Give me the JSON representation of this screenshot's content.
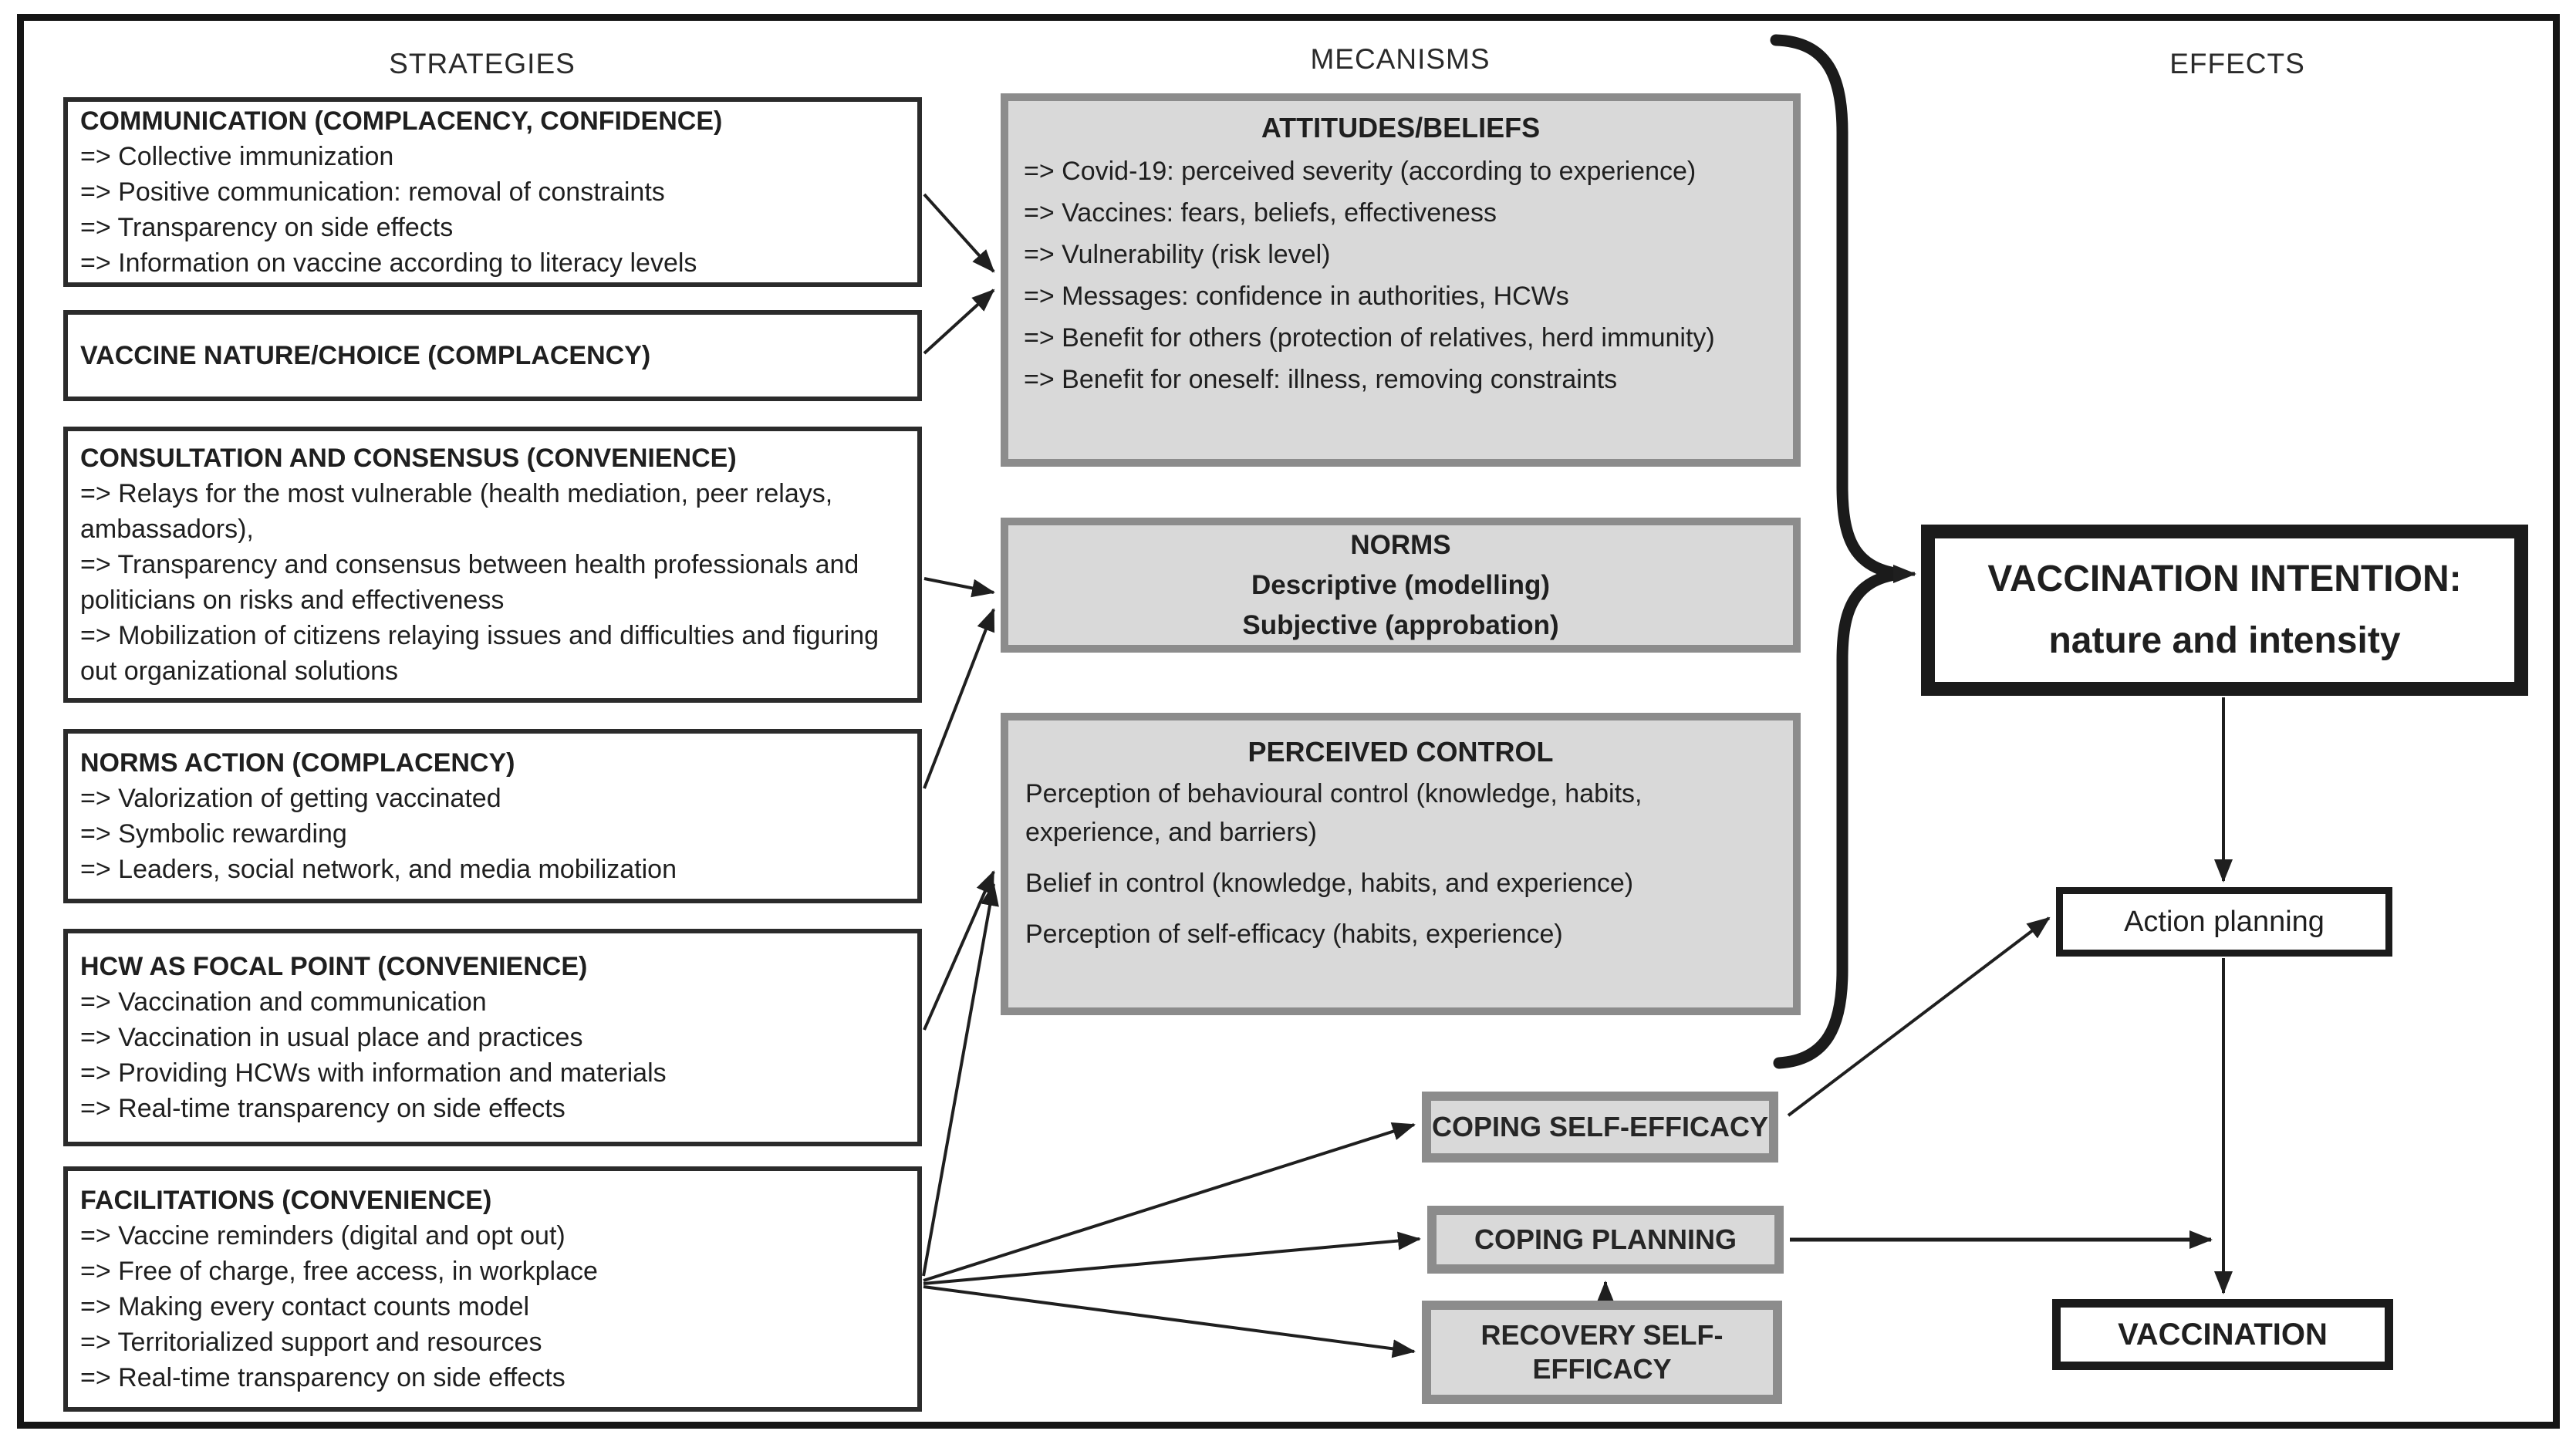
{
  "headers": {
    "strategies": "STRATEGIES",
    "mechanisms": "MECANISMS",
    "effects": "EFFECTS"
  },
  "strategies": {
    "boxes": [
      {
        "title": "COMMUNICATION (COMPLACENCY, CONFIDENCE)",
        "items": [
          "=> Collective immunization",
          "=> Positive communication: removal of constraints",
          "=> Transparency on side effects",
          "=> Information on vaccine according to literacy levels"
        ]
      },
      {
        "title": "VACCINE NATURE/CHOICE (COMPLACENCY)",
        "items": []
      },
      {
        "title": "CONSULTATION AND CONSENSUS (CONVENIENCE)",
        "items": [
          "=> Relays for the most vulnerable (health mediation, peer relays, ambassadors),",
          "=> Transparency and consensus between health professionals and politicians on risks and effectiveness",
          "=> Mobilization of citizens relaying issues and difficulties and figuring out organizational solutions"
        ]
      },
      {
        "title": "NORMS ACTION (COMPLACENCY)",
        "items": [
          "=> Valorization of getting vaccinated",
          "=> Symbolic rewarding",
          "=> Leaders, social network, and media mobilization"
        ]
      },
      {
        "title": "HCW AS FOCAL POINT (CONVENIENCE)",
        "items": [
          "=> Vaccination and communication",
          "=> Vaccination in usual place and practices",
          "=> Providing HCWs with information and materials",
          "=> Real-time transparency on side effects"
        ]
      },
      {
        "title": "FACILITATIONS (CONVENIENCE)",
        "items": [
          "=> Vaccine reminders (digital and opt out)",
          "=> Free of charge, free access, in workplace",
          "=> Making every contact counts model",
          "=> Territorialized support and resources",
          "=> Real-time transparency on side effects"
        ]
      }
    ]
  },
  "mechanisms": {
    "attitudes": {
      "title": "ATTITUDES/BELIEFS",
      "items": [
        "=> Covid-19: perceived severity (according to experience)",
        "=> Vaccines: fears, beliefs, effectiveness",
        "=> Vulnerability (risk level)",
        "=> Messages: confidence in authorities, HCWs",
        "=> Benefit for others (protection of relatives, herd immunity)",
        "=> Benefit for oneself: illness, removing constraints"
      ]
    },
    "norms": {
      "title": "NORMS",
      "lines": [
        "Descriptive (modelling)",
        "Subjective (approbation)"
      ]
    },
    "perceived_control": {
      "title": "PERCEIVED CONTROL",
      "items": [
        "Perception of behavioural control (knowledge, habits, experience, and barriers)",
        "Belief in control (knowledge, habits, and  experience)",
        "Perception of self-efficacy (habits, experience)"
      ]
    },
    "coping_self_efficacy": {
      "label": "COPING SELF-EFFICACY"
    },
    "coping_planning": {
      "label": "COPING PLANNING"
    },
    "recovery_self_efficacy": {
      "label": "RECOVERY SELF-EFFICACY"
    }
  },
  "effects": {
    "vaccination_intention": {
      "line1": "VACCINATION INTENTION:",
      "line2": "nature and intensity"
    },
    "action_planning": {
      "label": "Action planning"
    },
    "vaccination": {
      "label": "VACCINATION"
    }
  },
  "edges": [
    {
      "from": "communication",
      "to": "attitudes-beliefs"
    },
    {
      "from": "vaccine-nature-choice",
      "to": "attitudes-beliefs"
    },
    {
      "from": "consultation-and-consensus",
      "to": "norms"
    },
    {
      "from": "norms-action",
      "to": "norms"
    },
    {
      "from": "hcw-as-focal-point",
      "to": "perceived-control"
    },
    {
      "from": "facilitations",
      "to": "perceived-control"
    },
    {
      "from": "facilitations",
      "to": "coping-self-efficacy"
    },
    {
      "from": "facilitations",
      "to": "coping-planning"
    },
    {
      "from": "facilitations",
      "to": "recovery-self-efficacy"
    },
    {
      "from": "mechanisms-brace",
      "to": "vaccination-intention"
    },
    {
      "from": "vaccination-intention",
      "to": "action-planning"
    },
    {
      "from": "coping-self-efficacy",
      "to": "action-planning"
    },
    {
      "from": "recovery-self-efficacy",
      "to": "coping-planning"
    },
    {
      "from": "coping-planning",
      "to": "action-planning-vaccination-path"
    },
    {
      "from": "action-planning",
      "to": "vaccination"
    }
  ],
  "colors": {
    "mechanism_fill": "#d9d9d9",
    "mechanism_border": "#8c8c8c",
    "box_border": "#1b1b1b",
    "line": "#1f1f1f"
  }
}
